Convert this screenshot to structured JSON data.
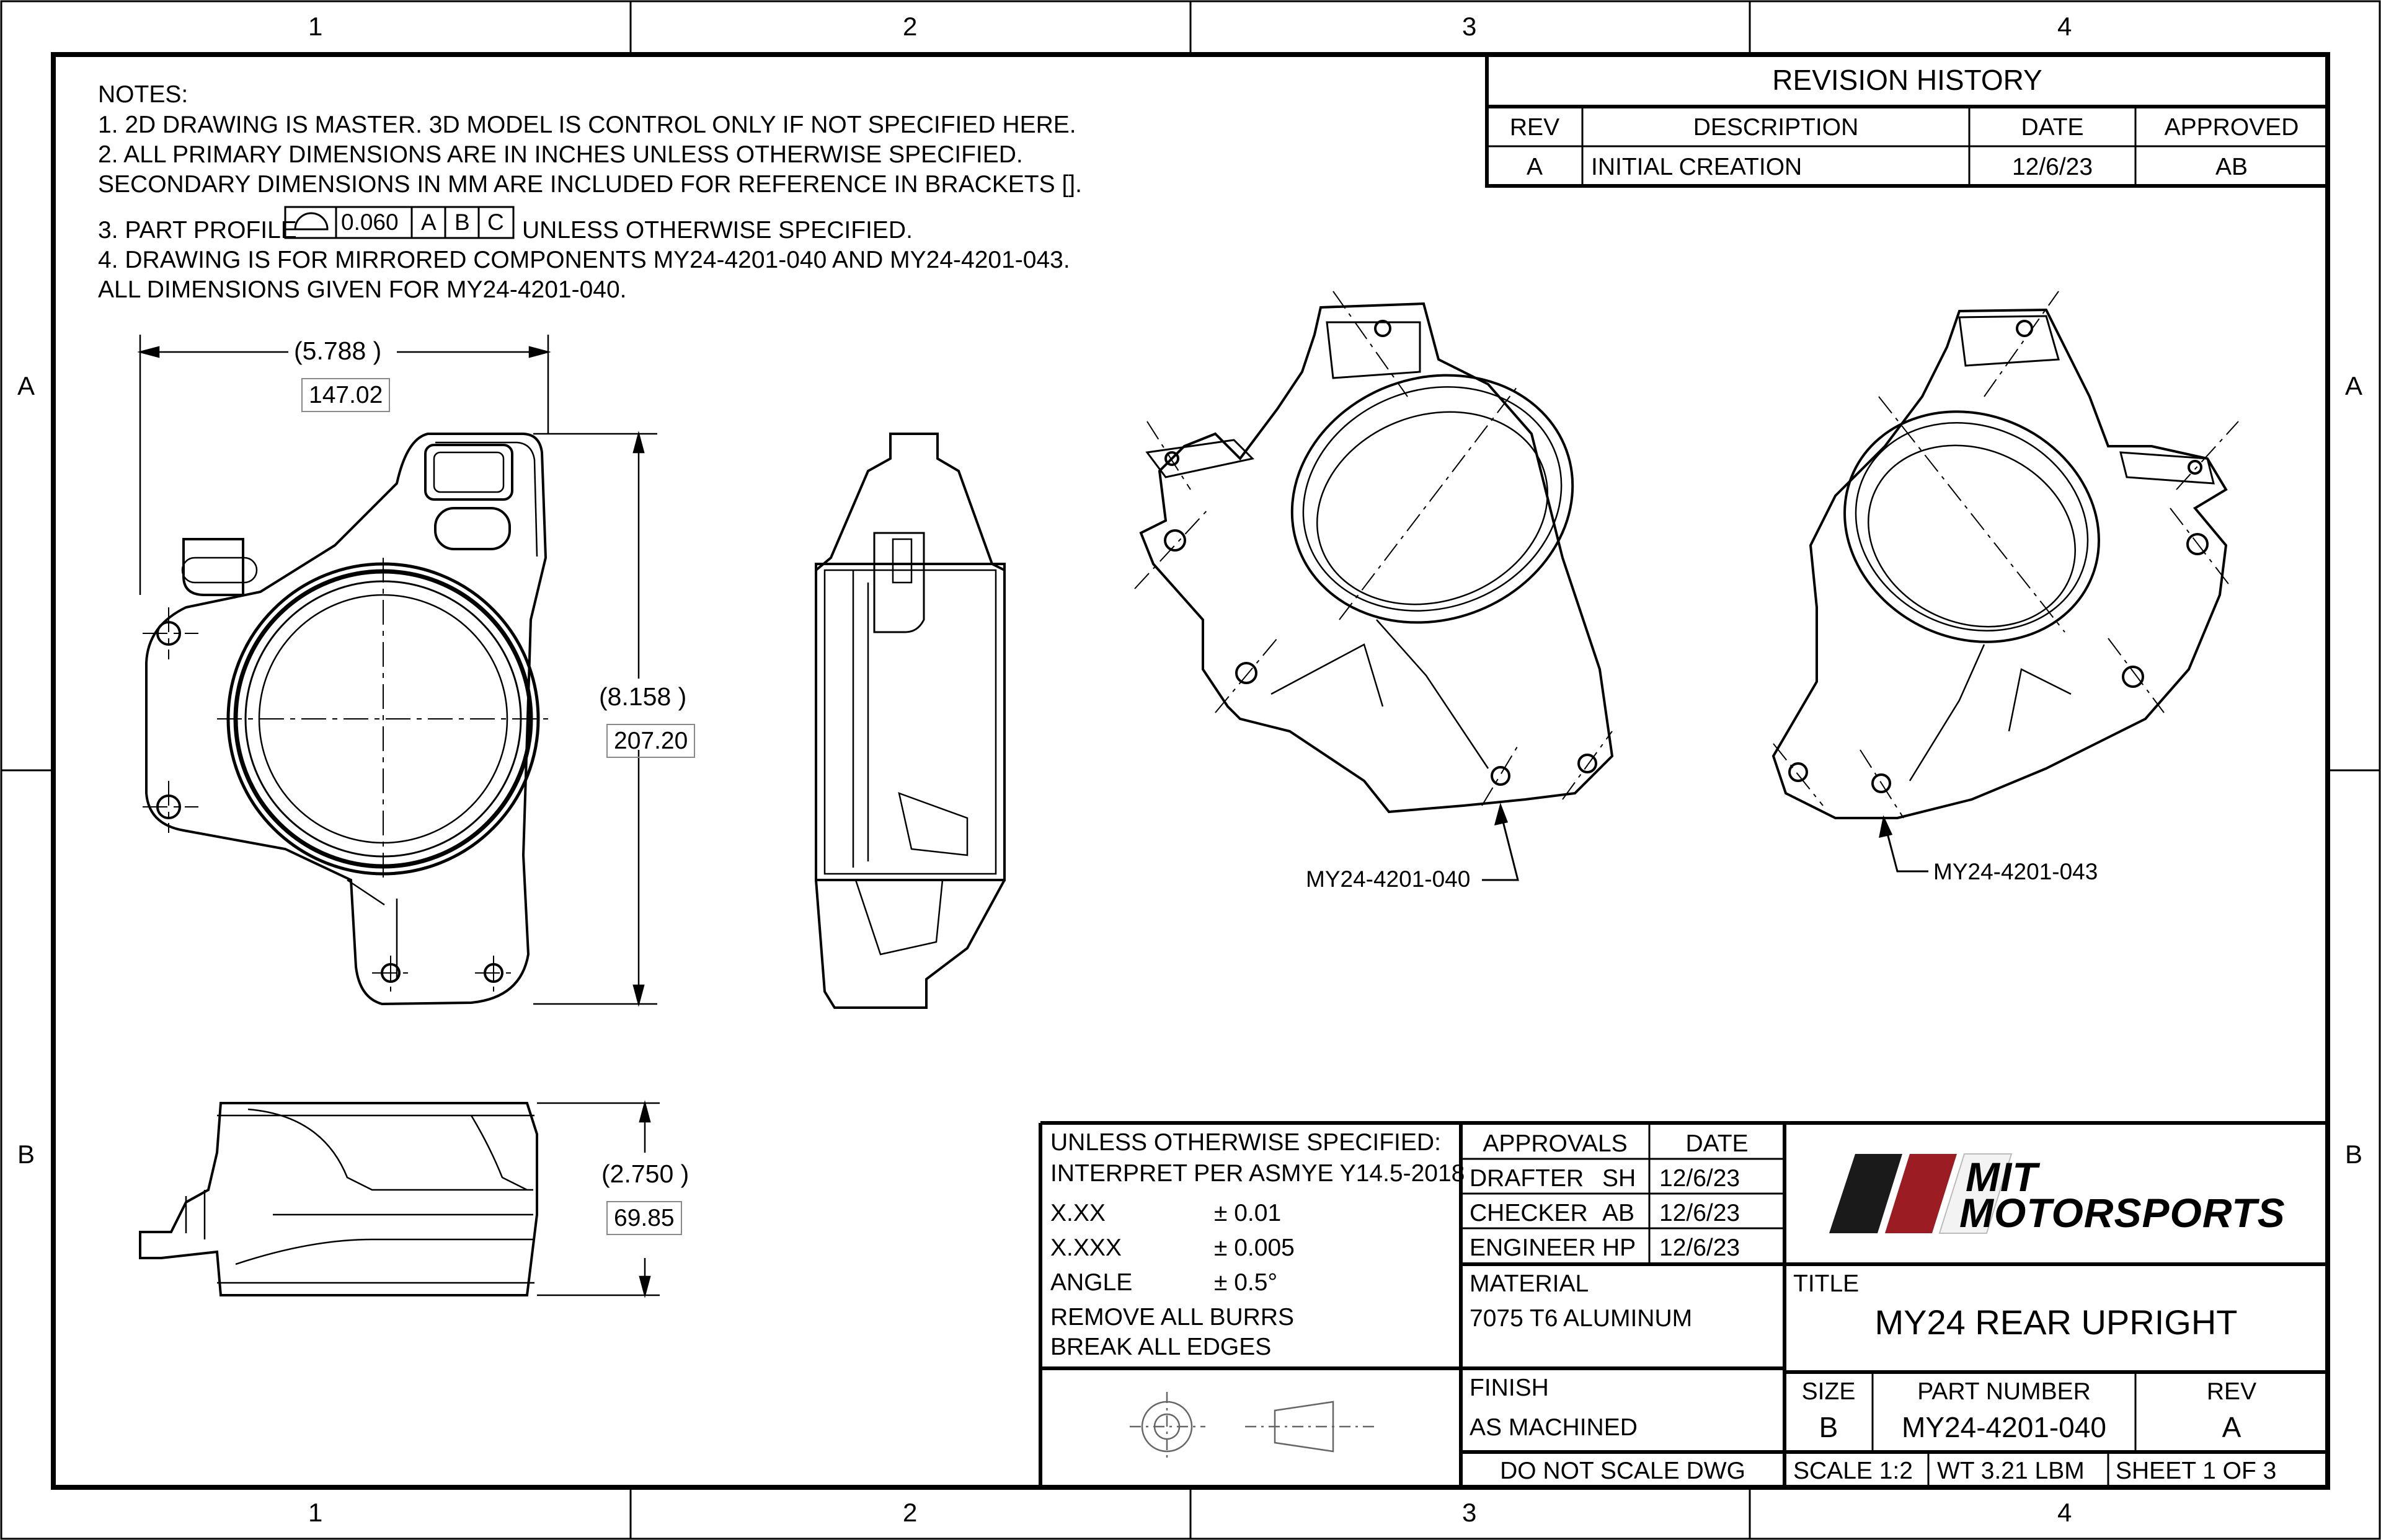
{
  "zones": {
    "columns": [
      "1",
      "2",
      "3",
      "4"
    ],
    "rows": [
      "A",
      "B"
    ]
  },
  "notes": {
    "heading": "NOTES:",
    "line1": "1. 2D DRAWING IS MASTER. 3D MODEL IS CONTROL ONLY IF NOT SPECIFIED HERE.",
    "line2": "2. ALL PRIMARY DIMENSIONS ARE IN INCHES UNLESS OTHERWISE SPECIFIED.",
    "line3": "SECONDARY DIMENSIONS IN MM ARE INCLUDED FOR REFERENCE IN BRACKETS [].",
    "line4_pre": "3. PART PROFILE",
    "profile_tolerance": "0.060",
    "datums": [
      "A",
      "B",
      "C"
    ],
    "line4_post": "UNLESS OTHERWISE SPECIFIED.",
    "line5": "4. DRAWING IS FOR MIRRORED COMPONENTS MY24-4201-040 AND MY24-4201-043.",
    "line6": "ALL DIMENSIONS GIVEN FOR MY24-4201-040."
  },
  "revision_history": {
    "title": "REVISION HISTORY",
    "headers": [
      "REV",
      "DESCRIPTION",
      "DATE",
      "APPROVED"
    ],
    "rows": [
      [
        "A",
        "INITIAL CREATION",
        "12/6/23",
        "AB"
      ]
    ]
  },
  "dimensions": {
    "width_in": "(5.788   )",
    "width_mm": "147.02",
    "height_in": "(8.158   )",
    "height_mm": "207.20",
    "depth_in": "(2.750 )",
    "depth_mm": "69.85"
  },
  "callouts": {
    "left_part": "MY24-4201-040",
    "right_part": "MY24-4201-043"
  },
  "tolerance_block": {
    "line1": "UNLESS OTHERWISE SPECIFIED:",
    "line2": "INTERPRET PER ASMYE Y14.5-2018",
    "rows": [
      {
        "label": "X.XX",
        "value": "± 0.01"
      },
      {
        "label": "X.XXX",
        "value": "± 0.005"
      },
      {
        "label": "ANGLE",
        "value": "± 0.5°"
      }
    ],
    "line3": "REMOVE ALL BURRS",
    "line4": "BREAK ALL EDGES"
  },
  "approvals": {
    "header": "APPROVALS",
    "date_header": "DATE",
    "rows": [
      {
        "role": "DRAFTER",
        "initials": "SH",
        "date": "12/6/23"
      },
      {
        "role": "CHECKER",
        "initials": "AB",
        "date": "12/6/23"
      },
      {
        "role": "ENGINEER",
        "initials": "HP",
        "date": "12/6/23"
      }
    ]
  },
  "material": {
    "label": "MATERIAL",
    "value": "7075 T6 ALUMINUM"
  },
  "finish": {
    "label": "FINISH",
    "value": "AS MACHINED"
  },
  "logo": {
    "line1": "MIT",
    "line2": "MOTORSPORTS",
    "colors": [
      "#1a1a1a",
      "#9b1c22",
      "#f5f5f5"
    ]
  },
  "title": {
    "label": "TITLE",
    "value": "MY24 REAR UPRIGHT"
  },
  "size": {
    "label": "SIZE",
    "value": "B"
  },
  "part_number": {
    "label": "PART NUMBER",
    "value": "MY24-4201-040"
  },
  "rev": {
    "label": "REV",
    "value": "A"
  },
  "footer": {
    "no_scale": "DO NOT SCALE DWG",
    "scale": "SCALE 1:2",
    "weight": "WT 3.21 LBM",
    "sheet": "SHEET 1 OF 3"
  }
}
